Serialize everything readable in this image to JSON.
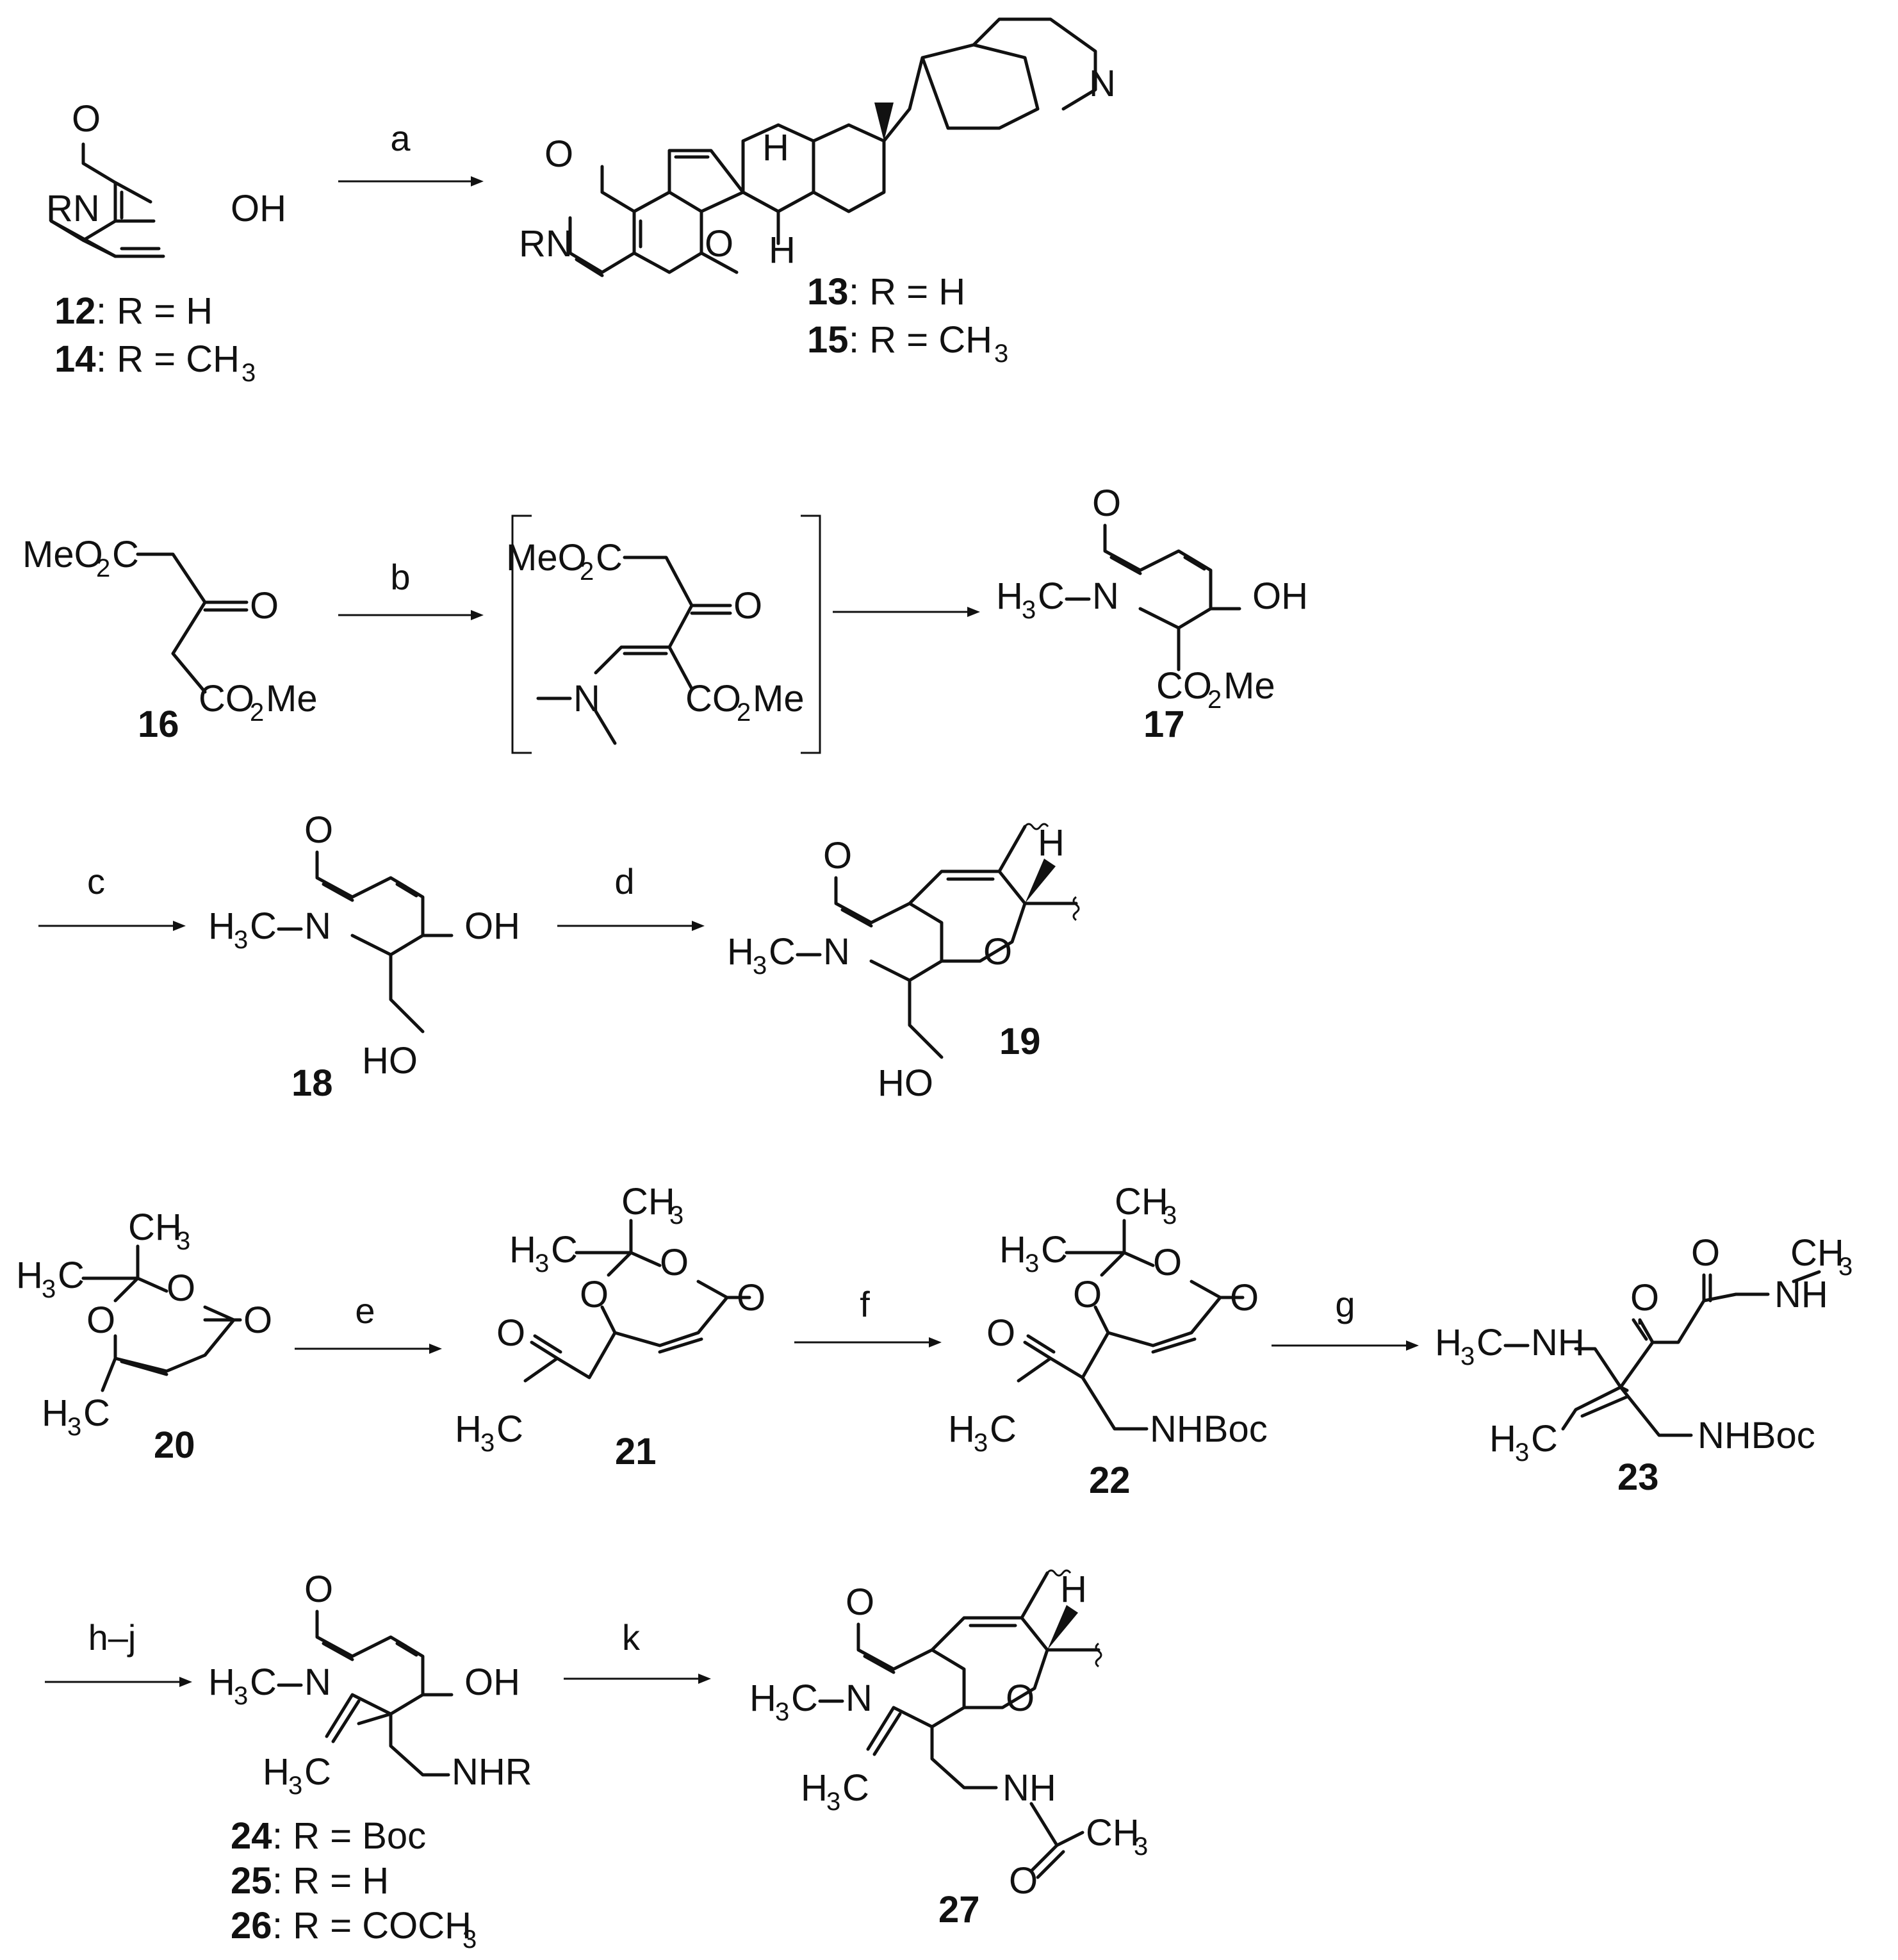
{
  "reagents": [
    "a",
    "b",
    "c",
    "d",
    "e",
    "f",
    "g",
    "h–j",
    "k"
  ],
  "compounds": {
    "c12": {
      "number": "12",
      "text": ": R = H"
    },
    "c14": {
      "number": "14",
      "text": ": R = CH",
      "sub": "3"
    },
    "c13": {
      "number": "13",
      "text": ": R = H"
    },
    "c15": {
      "number": "15",
      "text": ": R = CH",
      "sub": "3"
    },
    "c16": {
      "number": "16"
    },
    "c17": {
      "number": "17"
    },
    "c18": {
      "number": "18"
    },
    "c19": {
      "number": "19"
    },
    "c20": {
      "number": "20"
    },
    "c21": {
      "number": "21"
    },
    "c22": {
      "number": "22"
    },
    "c23": {
      "number": "23"
    },
    "c24": {
      "number": "24",
      "text": ": R = Boc"
    },
    "c25": {
      "number": "25",
      "text": ": R = H"
    },
    "c26": {
      "number": "26",
      "text": ": R = COCH",
      "sub": "3"
    },
    "c27": {
      "number": "27"
    }
  },
  "atoms": {
    "O": "O",
    "N": "N",
    "H": "H",
    "RN": "RN",
    "OH": "OH",
    "HO": "HO",
    "MeO2C_a": "MeO",
    "MeO2C_b": "C",
    "CO2Me_a": "CO",
    "CO2Me_b": "Me",
    "sub2": "2",
    "H3C_a": "H",
    "H3C_b": "C",
    "sub3": "3",
    "CH3_a": "CH",
    "NH": "NH",
    "NHR": "NHR",
    "NHBoc": "NHBoc"
  }
}
